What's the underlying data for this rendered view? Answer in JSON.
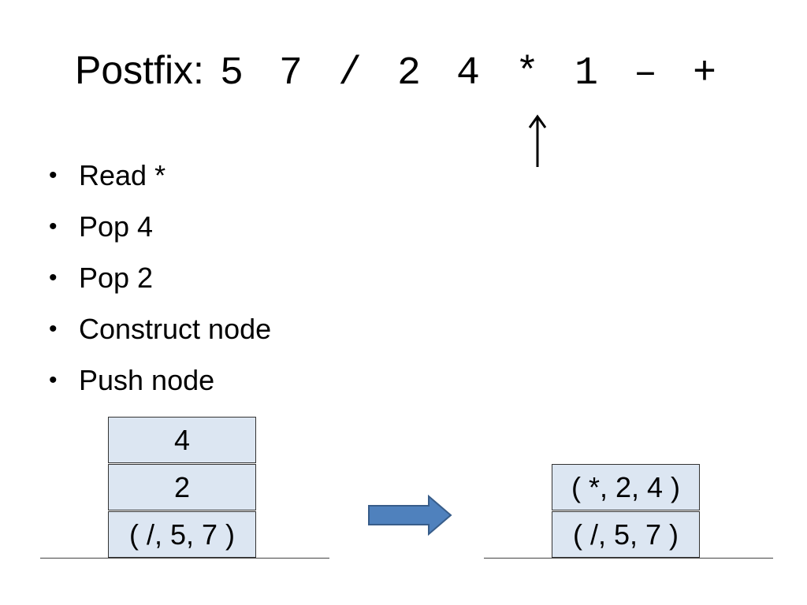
{
  "title": {
    "label": "Postfix:",
    "tokens": [
      "5",
      "7",
      "/",
      "2",
      "4",
      "*",
      "1",
      "–",
      "+"
    ],
    "pointer_token_index": 5
  },
  "steps": [
    "Read *",
    "Pop 4",
    "Pop 2",
    "Construct node",
    "Push node"
  ],
  "stack_before": [
    "4",
    "2",
    "( /, 5, 7 )"
  ],
  "stack_after": [
    "( *, 2, 4 )",
    "( /, 5, 7 )"
  ],
  "colors": {
    "cell_fill": "#dce6f2",
    "cell_border": "#333333",
    "arrow_fill": "#4f81bd",
    "arrow_stroke": "#385d8a"
  }
}
